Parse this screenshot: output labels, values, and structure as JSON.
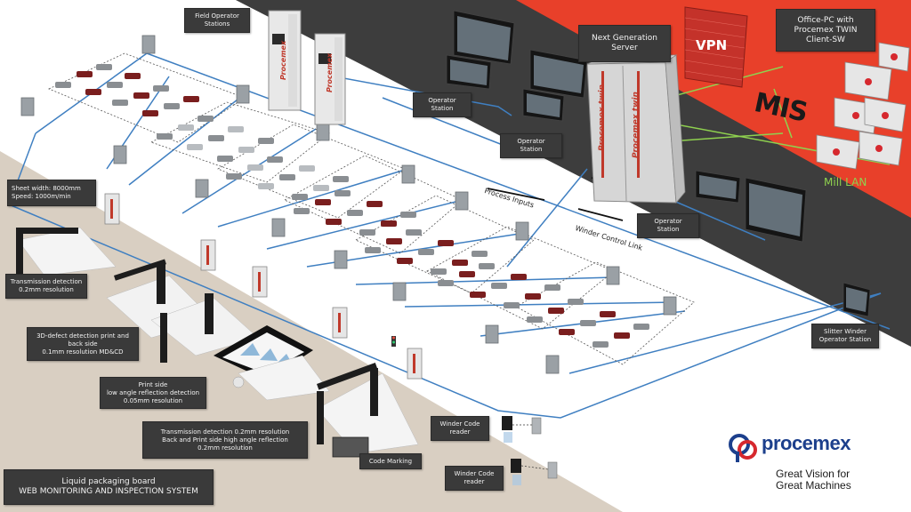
{
  "labels": {
    "field_operator": [
      "Field Operator",
      "Stations"
    ],
    "next_gen_server": [
      "Next Generation",
      "Server"
    ],
    "office_pc": [
      "Office-PC with",
      "Procemex TWIN",
      "Client-SW"
    ],
    "operator_station_1": [
      "Operator",
      "Station"
    ],
    "operator_station_2": [
      "Operator",
      "Station"
    ],
    "operator_station_3": [
      "Operator",
      "Station"
    ],
    "sheet_info": [
      "Sheet width:  8000mm",
      "Speed:  1000m/min"
    ],
    "transmission_1": [
      "Transmission  detection",
      "0.2mm resolution"
    ],
    "defect_3d": [
      "3D-defect  detection  print  and",
      "back  side",
      "0.1mm resolution   MD&CD"
    ],
    "print_side": [
      "Print  side",
      "low angle reflection  detection",
      "0.05mm resolution"
    ],
    "transmission_2": [
      "Transmission  detection  0.2mm resolution",
      "Back and Print  side high  angle reflection",
      "0.2mm resolution"
    ],
    "code_marking": [
      "Code  Marking"
    ],
    "winder_code_1": [
      "Winder  Code",
      "reader"
    ],
    "winder_code_2": [
      "Winder  Code",
      "reader"
    ],
    "slitter_winder": [
      "Slitter  Winder",
      "Operator  Station"
    ],
    "title": [
      "Liquid packaging board",
      "WEB MONITORING AND INSPECTION SYSTEM"
    ]
  },
  "text": {
    "vpn": "VPN",
    "mis": "MIS",
    "mill_lan": "Mill LAN",
    "process_inputs": "Process Inputs",
    "winder_control_link": "Winder Control Link",
    "cabinet_brand": "Procemex",
    "server_brand": "Procemex twin"
  },
  "brand": {
    "name": "procemex",
    "tagline_1": "Great Vision for",
    "tagline_2": "Great Machines"
  },
  "colors": {
    "red": "#e8402a",
    "dark": "#3d3d3d",
    "network_line": "#3f7fc1",
    "lan_green": "#8fd14f",
    "roll_red": "#7a1e1e",
    "roll_grey": "#8a8e92",
    "floor": "#d9cfc2",
    "brand_blue": "#1c3f8c",
    "brand_red": "#d6282e"
  },
  "icons": {
    "sensor_box": "cabinet-icon",
    "camera": "camera-icon",
    "monitor": "monitor-icon",
    "laptop": "laptop-icon",
    "server": "server-rack-icon",
    "firewall": "firewall-icon",
    "inspection_beam": "beam-icon",
    "logo": "procemex-logo-icon"
  }
}
